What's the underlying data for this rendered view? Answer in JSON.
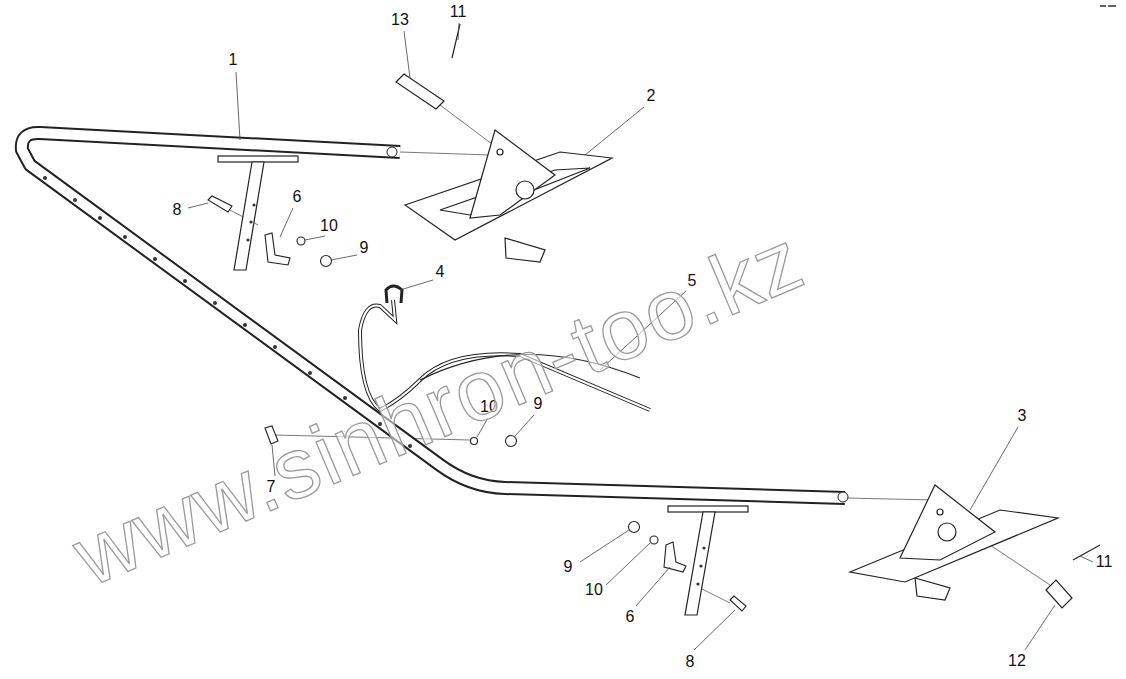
{
  "diagram": {
    "labels": [
      "1",
      "13",
      "11",
      "2",
      "8",
      "6",
      "10",
      "9",
      "4",
      "5",
      "10",
      "9",
      "7",
      "3",
      "9",
      "10",
      "6",
      "11",
      "8",
      "12",
      "www.sinhron-too.kz"
    ]
  }
}
